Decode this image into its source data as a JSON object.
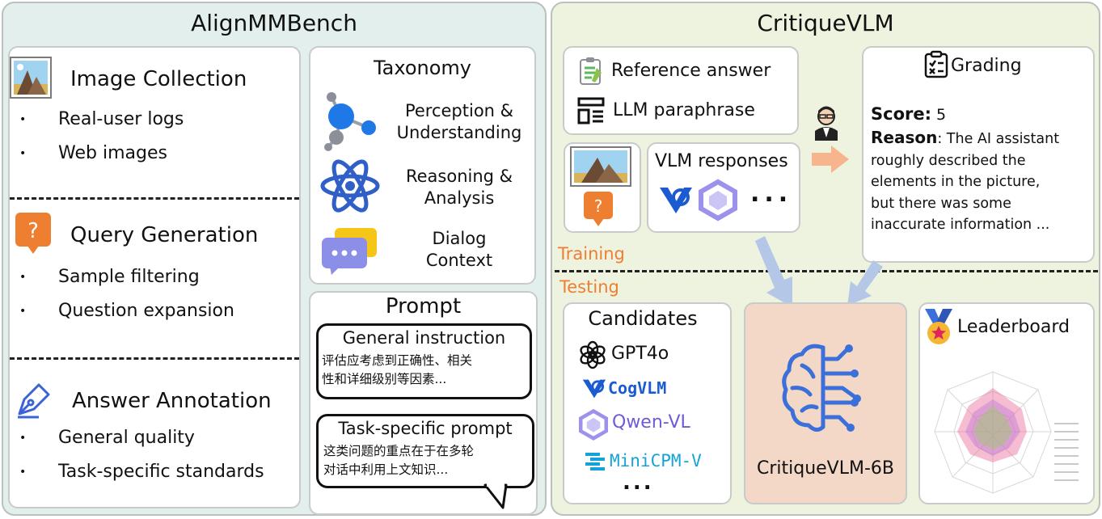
{
  "left": {
    "title": "AlignMMBench",
    "collection": {
      "heading": "Image Collection",
      "items": [
        "Real-user logs",
        "Web images"
      ]
    },
    "query": {
      "heading": "Query Generation",
      "items": [
        "Sample filtering",
        "Question expansion"
      ]
    },
    "annotation": {
      "heading": "Answer Annotation",
      "items": [
        "General quality",
        "Task-specific standards"
      ]
    },
    "taxonomy": {
      "heading": "Taxonomy",
      "perception": [
        "Perception &",
        "Understanding"
      ],
      "reasoning": [
        "Reasoning &",
        "Analysis"
      ],
      "dialog": [
        "Dialog",
        "Context"
      ]
    },
    "prompt": {
      "heading": "Prompt",
      "general": {
        "title": "General instruction",
        "lines": [
          "评估应考虑到正确性、相关",
          "性和详细级别等因素..."
        ]
      },
      "task": {
        "title": "Task-specific prompt",
        "lines": [
          "这类问题的重点在于在多轮",
          "对话中利用上文知识..."
        ]
      }
    }
  },
  "right": {
    "title": "CritiqueVLM",
    "reference": "Reference answer",
    "paraphrase": "LLM paraphrase",
    "vlm_responses": "VLM responses",
    "ellipsis": "...",
    "question_mark": "?",
    "grading": {
      "heading": "Grading",
      "score_label": "Score:",
      "score_value": "5",
      "reason_label": "Reason",
      "reason_lines": [
        ": The AI assistant",
        "roughly described the",
        "elements in the picture,",
        "but there was some",
        "inaccurate information ..."
      ]
    },
    "training_label": "Training",
    "testing_label": "Testing",
    "candidates": {
      "heading": "Candidates",
      "models": [
        "GPT4o",
        "CogVLM",
        "Qwen-VL",
        "MiniCPM-V"
      ],
      "more": "..."
    },
    "model_name": "CritiqueVLM-6B",
    "leaderboard": "Leaderboard"
  },
  "bullet_symbol": "•",
  "colors": {
    "left_bg": "#e3efed",
    "right_bg": "#eef3df",
    "critique_bg": "#f3d8c8",
    "orange": "#ee7e30",
    "arrow_blue": "#b4c7e7",
    "brain_blue": "#3b6fd9",
    "qwen_purple": "#6f5bd6",
    "minicpm_cyan": "#14a3d6",
    "cog_blue": "#1a5bd1"
  }
}
